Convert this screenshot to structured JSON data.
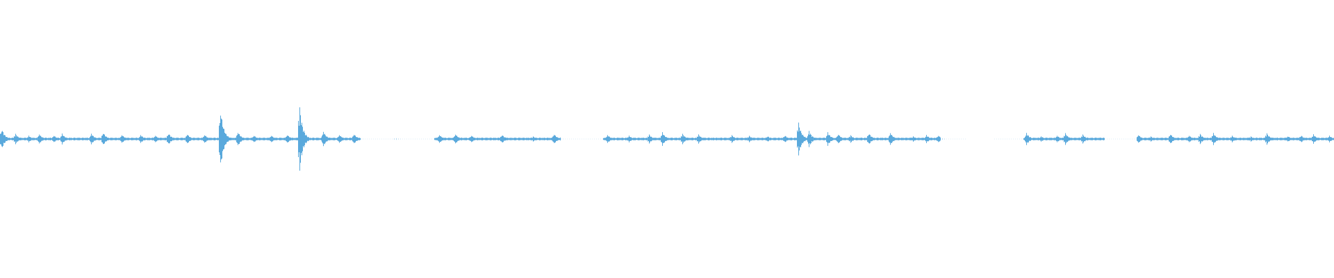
{
  "waveform": {
    "color": "#5aa9dc",
    "background": "#ffffff",
    "bursts": [
      {
        "t": 0.001,
        "a": 0.14
      },
      {
        "t": 0.011,
        "a": 0.08
      },
      {
        "t": 0.021,
        "a": 0.05
      },
      {
        "t": 0.029,
        "a": 0.07
      },
      {
        "t": 0.04,
        "a": 0.05
      },
      {
        "t": 0.046,
        "a": 0.08
      },
      {
        "t": 0.068,
        "a": 0.08
      },
      {
        "t": 0.077,
        "a": 0.09
      },
      {
        "t": 0.091,
        "a": 0.06
      },
      {
        "t": 0.105,
        "a": 0.06
      },
      {
        "t": 0.116,
        "a": 0.05
      },
      {
        "t": 0.126,
        "a": 0.08
      },
      {
        "t": 0.14,
        "a": 0.07
      },
      {
        "t": 0.153,
        "a": 0.06
      },
      {
        "t": 0.165,
        "a": 0.4
      },
      {
        "t": 0.178,
        "a": 0.1
      },
      {
        "t": 0.19,
        "a": 0.05
      },
      {
        "t": 0.203,
        "a": 0.05
      },
      {
        "t": 0.215,
        "a": 0.06
      },
      {
        "t": 0.224,
        "a": 0.5
      },
      {
        "t": 0.242,
        "a": 0.11
      },
      {
        "t": 0.254,
        "a": 0.06
      },
      {
        "t": 0.265,
        "a": 0.07
      },
      {
        "t": 0.296,
        "a": 0.02
      },
      {
        "t": 0.329,
        "a": 0.06
      },
      {
        "t": 0.341,
        "a": 0.07
      },
      {
        "t": 0.353,
        "a": 0.05
      },
      {
        "t": 0.376,
        "a": 0.06
      },
      {
        "t": 0.399,
        "a": 0.04
      },
      {
        "t": 0.415,
        "a": 0.07
      },
      {
        "t": 0.455,
        "a": 0.06
      },
      {
        "t": 0.471,
        "a": 0.05
      },
      {
        "t": 0.486,
        "a": 0.07
      },
      {
        "t": 0.496,
        "a": 0.1
      },
      {
        "t": 0.511,
        "a": 0.08
      },
      {
        "t": 0.523,
        "a": 0.07
      },
      {
        "t": 0.548,
        "a": 0.06
      },
      {
        "t": 0.561,
        "a": 0.05
      },
      {
        "t": 0.575,
        "a": 0.04
      },
      {
        "t": 0.588,
        "a": 0.05
      },
      {
        "t": 0.598,
        "a": 0.25
      },
      {
        "t": 0.606,
        "a": 0.12
      },
      {
        "t": 0.62,
        "a": 0.1
      },
      {
        "t": 0.628,
        "a": 0.07
      },
      {
        "t": 0.637,
        "a": 0.06
      },
      {
        "t": 0.651,
        "a": 0.08
      },
      {
        "t": 0.667,
        "a": 0.09
      },
      {
        "t": 0.684,
        "a": 0.04
      },
      {
        "t": 0.694,
        "a": 0.06
      },
      {
        "t": 0.703,
        "a": 0.05
      },
      {
        "t": 0.769,
        "a": 0.09
      },
      {
        "t": 0.78,
        "a": 0.04
      },
      {
        "t": 0.792,
        "a": 0.05
      },
      {
        "t": 0.798,
        "a": 0.09
      },
      {
        "t": 0.811,
        "a": 0.07
      },
      {
        "t": 0.853,
        "a": 0.06
      },
      {
        "t": 0.862,
        "a": 0.04
      },
      {
        "t": 0.877,
        "a": 0.07
      },
      {
        "t": 0.891,
        "a": 0.05
      },
      {
        "t": 0.899,
        "a": 0.08
      },
      {
        "t": 0.909,
        "a": 0.09
      },
      {
        "t": 0.923,
        "a": 0.05
      },
      {
        "t": 0.937,
        "a": 0.04
      },
      {
        "t": 0.949,
        "a": 0.09
      },
      {
        "t": 0.965,
        "a": 0.04
      },
      {
        "t": 0.975,
        "a": 0.05
      },
      {
        "t": 0.984,
        "a": 0.07
      },
      {
        "t": 0.996,
        "a": 0.05
      }
    ],
    "quiet_segments": [
      {
        "start": 0.27,
        "end": 0.325
      },
      {
        "start": 0.42,
        "end": 0.452
      },
      {
        "start": 0.705,
        "end": 0.725
      },
      {
        "start": 0.745,
        "end": 0.767
      },
      {
        "start": 0.828,
        "end": 0.852
      }
    ],
    "silent_segments": [
      {
        "start": 0.725,
        "end": 0.745
      }
    ]
  }
}
